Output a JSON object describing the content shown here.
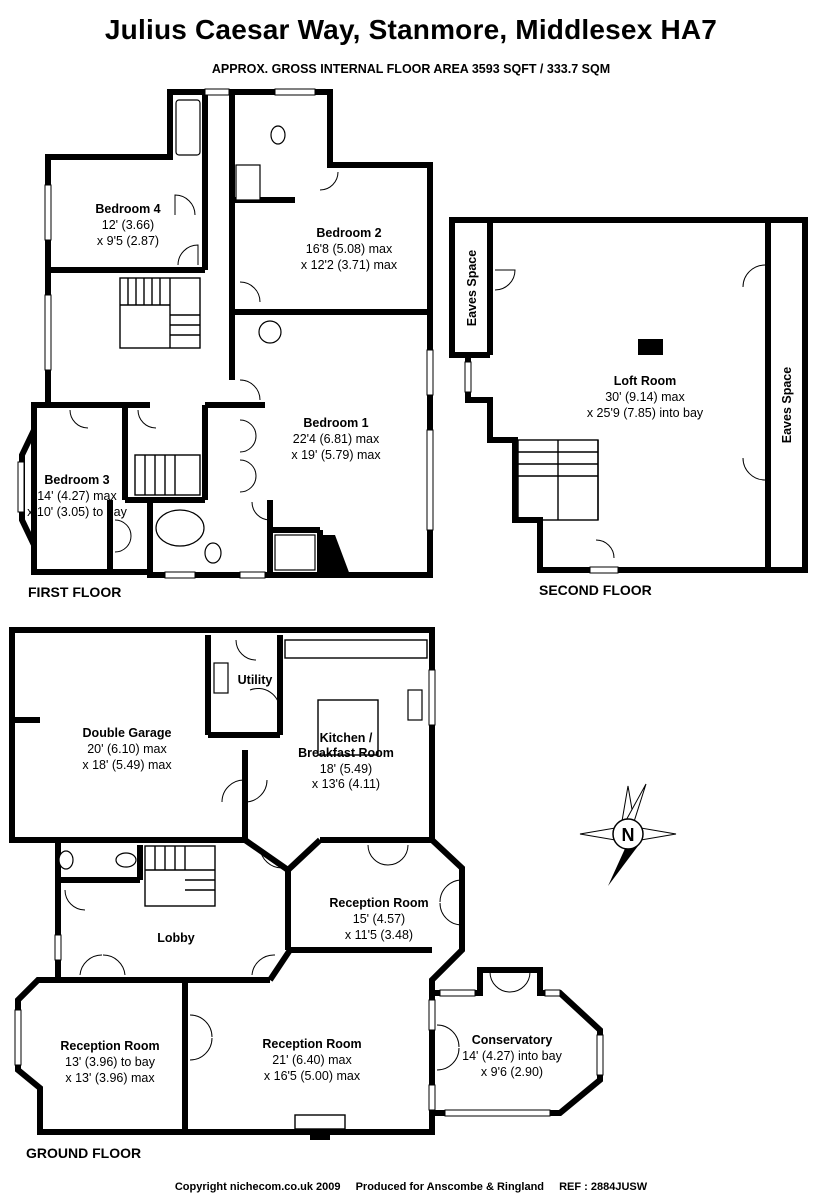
{
  "header": {
    "title": "Julius Caesar Way, Stanmore, Middlesex HA7",
    "subtitle": "APPROX. GROSS INTERNAL FLOOR AREA 3593 SQFT / 333.7 SQM"
  },
  "floors": {
    "first": "FIRST FLOOR",
    "second": "SECOND FLOOR",
    "ground": "GROUND FLOOR"
  },
  "rooms": {
    "bedroom4": {
      "name": "Bedroom 4",
      "dim1": "12' (3.66)",
      "dim2": "x 9'5 (2.87)"
    },
    "bedroom2": {
      "name": "Bedroom 2",
      "dim1": "16'8 (5.08) max",
      "dim2": "x 12'2 (3.71) max"
    },
    "bedroom1": {
      "name": "Bedroom 1",
      "dim1": "22'4 (6.81) max",
      "dim2": "x 19' (5.79) max"
    },
    "bedroom3": {
      "name": "Bedroom 3",
      "dim1": "14' (4.27) max",
      "dim2": "x 10' (3.05) to bay"
    },
    "eaves_left": {
      "name": "Eaves Space"
    },
    "eaves_right": {
      "name": "Eaves Space"
    },
    "loft": {
      "name": "Loft Room",
      "dim1": "30' (9.14) max",
      "dim2": "x 25'9 (7.85) into bay"
    },
    "utility": {
      "name": "Utility"
    },
    "garage": {
      "name": "Double Garage",
      "dim1": "20' (6.10) max",
      "dim2": "x 18' (5.49) max"
    },
    "kitchen": {
      "name1": "Kitchen /",
      "name2": "Breakfast Room",
      "dim1": "18' (5.49)",
      "dim2": "x 13'6 (4.11)"
    },
    "reception_r": {
      "name": "Reception Room",
      "dim1": "15' (4.57)",
      "dim2": "x 11'5 (3.48)"
    },
    "lobby": {
      "name": "Lobby"
    },
    "reception_l": {
      "name": "Reception Room",
      "dim1": "13' (3.96) to bay",
      "dim2": "x 13' (3.96) max"
    },
    "reception_c": {
      "name": "Reception Room",
      "dim1": "21' (6.40) max",
      "dim2": "x 16'5 (5.00) max"
    },
    "conservatory": {
      "name": "Conservatory",
      "dim1": "14' (4.27) into bay",
      "dim2": "x 9'6 (2.90)"
    }
  },
  "compass": {
    "letter": "N"
  },
  "footer": {
    "copyright": "Copyright nichecom.co.uk 2009",
    "produced": "Produced for Anscombe & Ringland",
    "ref": "REF :  2884JUSW"
  }
}
